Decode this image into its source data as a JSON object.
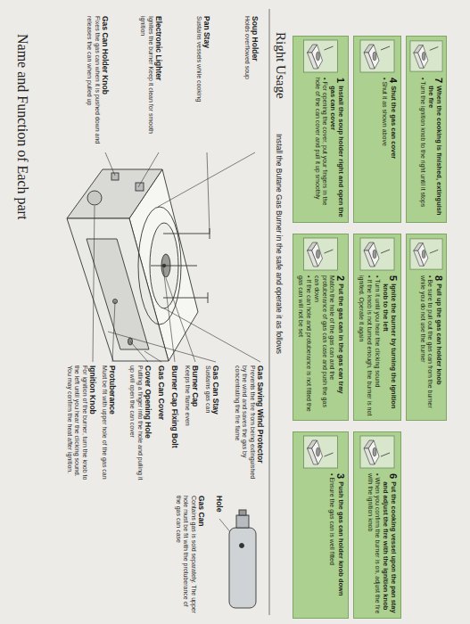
{
  "diagram": {
    "title": "Name and Function of Each part",
    "nodes": [
      {
        "text": [
          "1",
          "Install the soup holder right and open the gas can cover",
          "• For opening the cover, put your fingers in the hole of the can cover and pull it up smoothly"
        ]
      },
      {
        "text": [
          "2",
          "Put the gas can in the gas can tray",
          "Match the hole of the gas can and the protuberance of gas can case and push the gas can down",
          "• If the can hole and protuberance is not fitted the gas can will not be set"
        ]
      },
      {
        "text": [
          "3",
          "Push the gas can holder knob down",
          "• Ensure the gas can is well fitted"
        ]
      },
      {
        "text": [
          "4",
          "Shut the gas can cover",
          "• Shut it as shown above"
        ]
      },
      {
        "text": [
          "5",
          "Ignite the burner by turning the ignition knob to the left",
          "• Turn it until you hear the clicking sound",
          "• If the knob is not turned enough, the burner is not ignited. Operate it again"
        ]
      },
      {
        "text": [
          "6",
          "Put the cooking vessel upon the pan stay and adjust the fire with the ignition knob",
          "• When you confirm the burner is on, adjust the fire with the ignition knob"
        ]
      },
      {
        "text": [
          "7",
          "When the cooking is finished, extinguish the fire",
          "• Turn the ignition knob to the right until it stops"
        ]
      },
      {
        "text": [
          "8",
          "Pull up the gas can holder knob",
          "• Be sure to pull out the gas can from the burner while you do not use the burner"
        ]
      }
    ],
    "labels": [
      "Right Usage",
      "Install the Butane Gas Burner in the safe and operate it as follows",
      "Soup Holder",
      "Holds overflowed soup",
      "Pan Stay",
      "Sustains vessels while cooking",
      "Electronic Lighter",
      "Ignites the burner Keep it clean for smooth ignition",
      "Gas Can Holder Knob",
      "Fixes the gas can when it is pushed down and releases the can when pulled up",
      "Gas Saving Wind Protector",
      "Prevents the fire from being extinguished by the wind and saves the gas by concentrating the fire flame",
      "Hole",
      "Gas Can",
      "Contains gas is sold separately. The upper hole must be fit with the protuberance of the gas can case",
      "Gas Can Stay",
      "Sustains gas can",
      "Burner Cap",
      "Keeps the flame even",
      "Burner Cap Fixing Bolt",
      "Gas Can Cover",
      "Cover Opening Hole",
      "Putting a finger into the hole and pulling it up will open the can cover",
      "Protuberance",
      "Must be fit with upper hole of the gas can",
      "Ignition Knob",
      "For ignition of the burner, turn the knob to the left until you hear the clicking sound. You may confirm the heat after ignition."
    ]
  }
}
